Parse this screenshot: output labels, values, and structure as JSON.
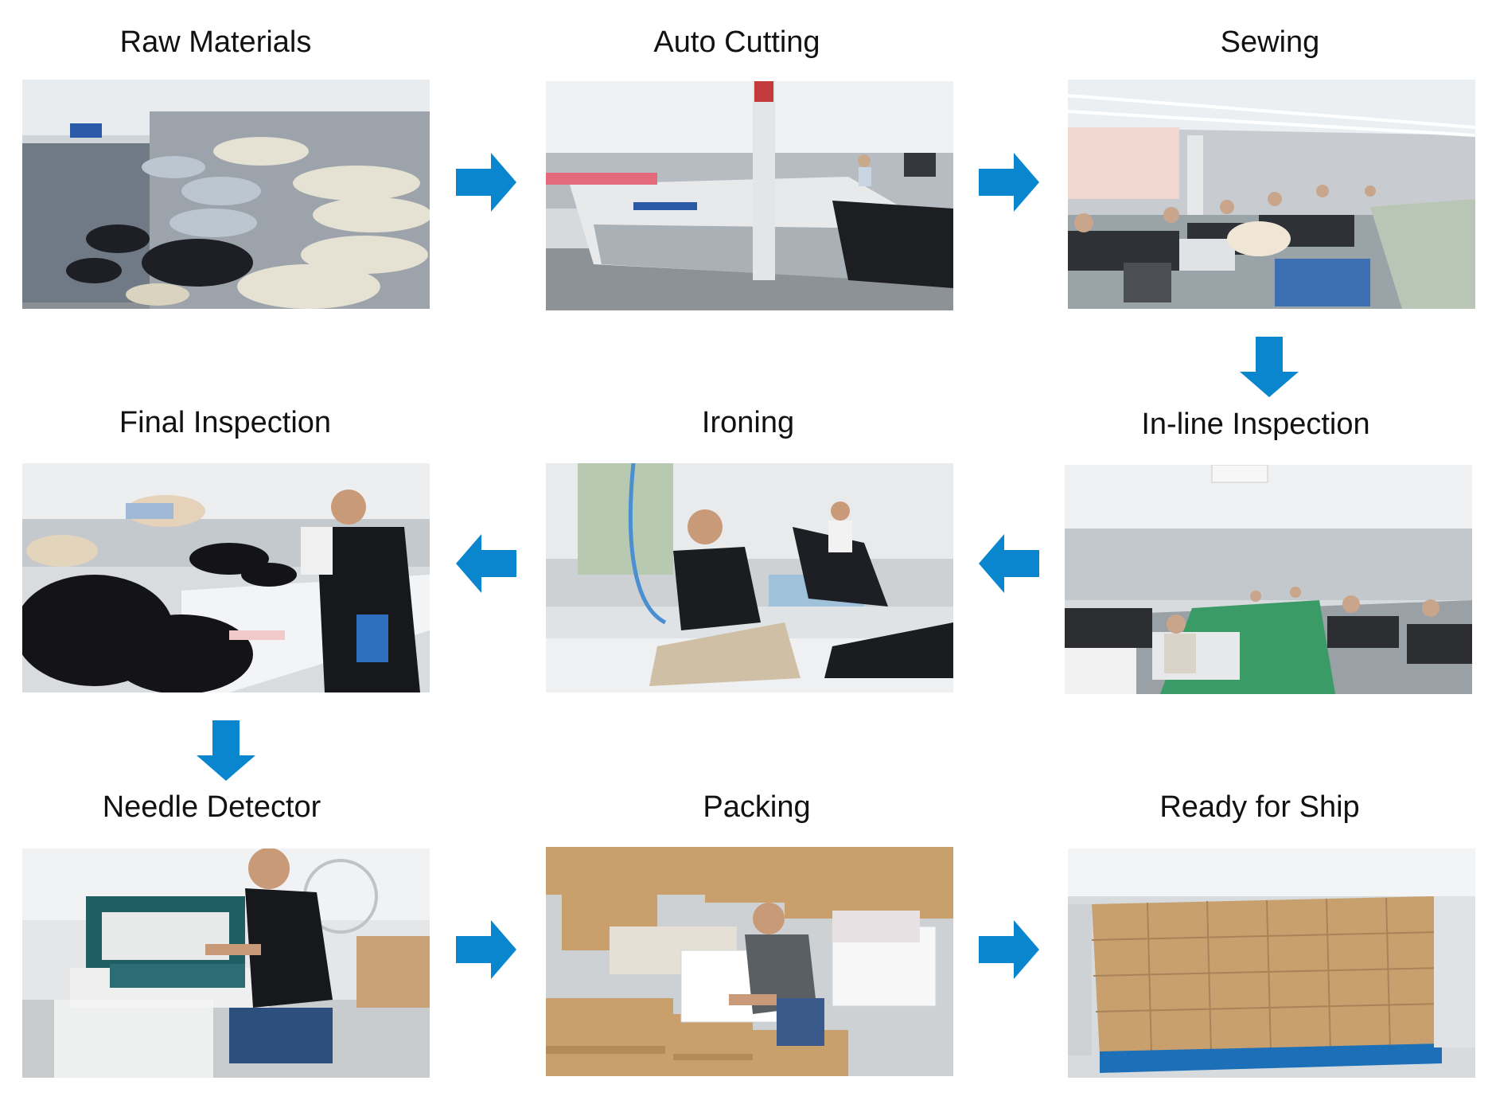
{
  "accent": "#0a86cf",
  "steps": [
    {
      "label": "Raw Materials",
      "icon": "fabric-rolls-photo"
    },
    {
      "label": "Auto Cutting",
      "icon": "cutting-machine-photo"
    },
    {
      "label": "Sewing",
      "icon": "sewing-floor-photo"
    },
    {
      "label": "In-line Inspection",
      "icon": "inline-inspection-photo"
    },
    {
      "label": "Ironing",
      "icon": "ironing-photo"
    },
    {
      "label": "Final Inspection",
      "icon": "final-inspection-photo"
    },
    {
      "label": "Needle Detector",
      "icon": "needle-detector-photo"
    },
    {
      "label": "Packing",
      "icon": "packing-photo"
    },
    {
      "label": "Ready for Ship",
      "icon": "cartons-photo"
    }
  ]
}
